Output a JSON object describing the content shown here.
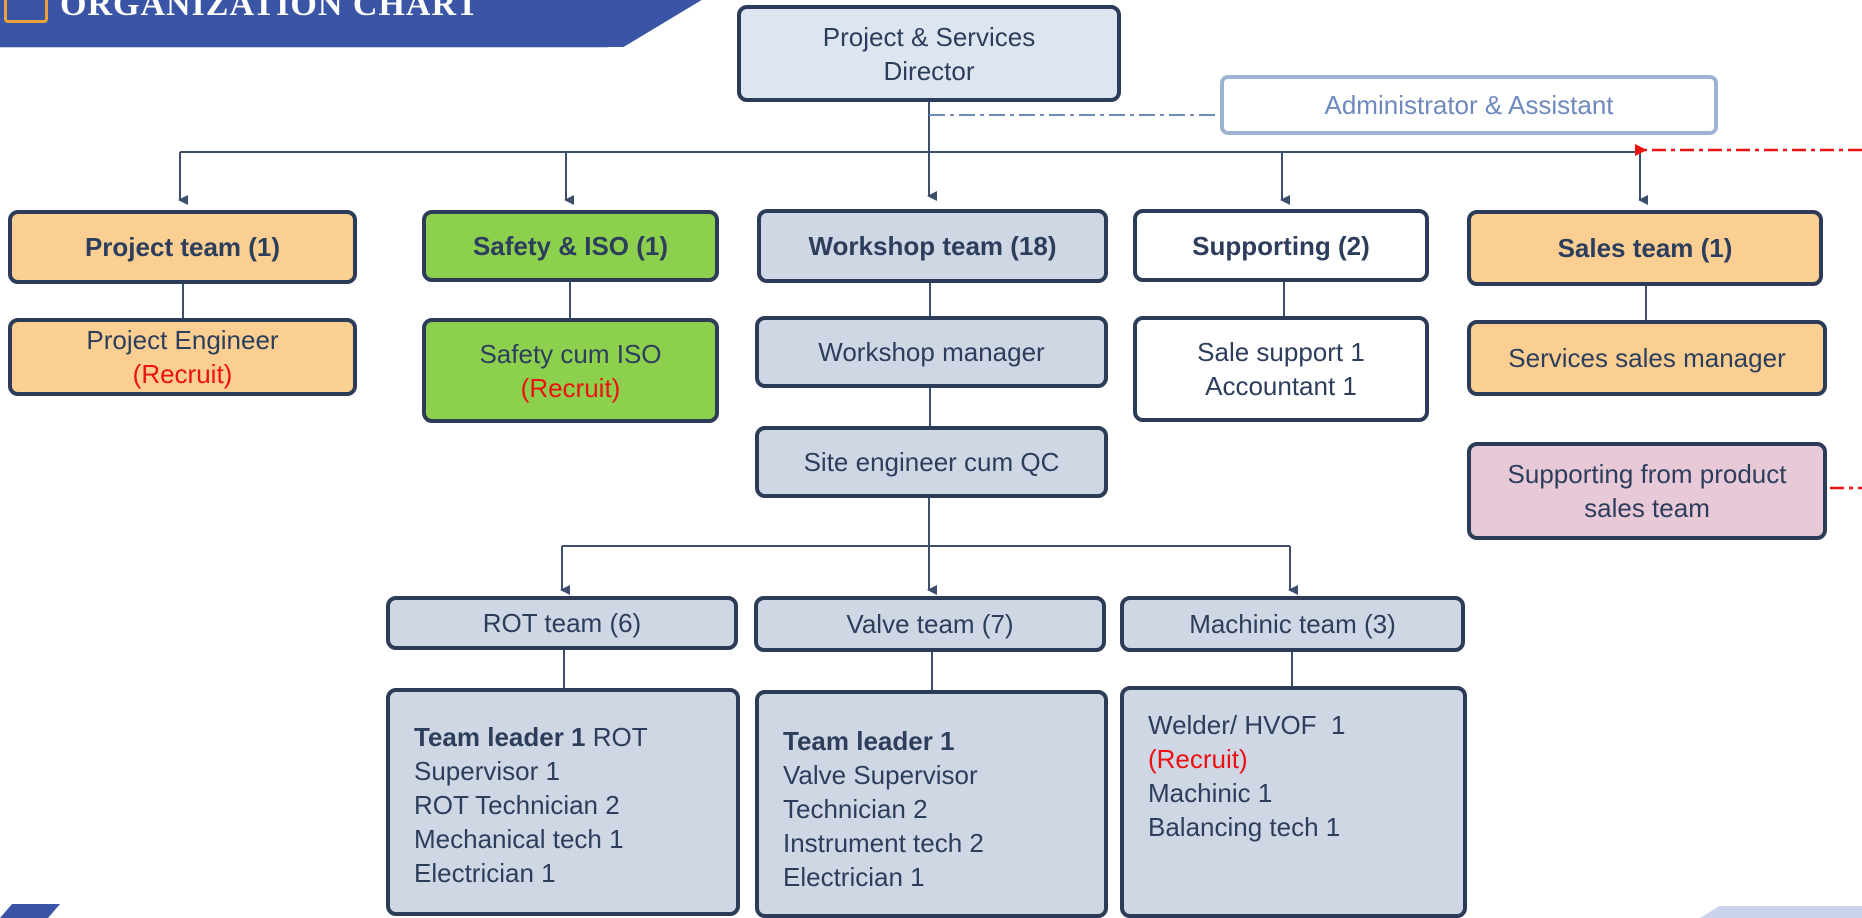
{
  "header": {
    "title": "ORGANIZATION CHART"
  },
  "director": {
    "line1": "Project & Services",
    "line2": "Director"
  },
  "admin": {
    "label": "Administrator & Assistant"
  },
  "teams": {
    "project": "Project team (1)",
    "safety": "Safety & ISO (1)",
    "workshop": "Workshop team (18)",
    "supporting": "Supporting (2)",
    "sales": "Sales team (1)"
  },
  "project_detail": {
    "line1": "Project Engineer",
    "recruit": "(Recruit)"
  },
  "safety_detail": {
    "line1": "Safety cum ISO",
    "recruit": "(Recruit)"
  },
  "workshop_manager": "Workshop manager",
  "site_engineer": "Site engineer cum QC",
  "supporting_detail": {
    "line1": "Sale support 1",
    "line2": "Accountant 1"
  },
  "sales_detail": "Services sales manager",
  "product_support": {
    "line1": "Supporting from product",
    "line2": "sales team"
  },
  "subteams": {
    "rot": "ROT team (6)",
    "valve": "Valve team (7)",
    "machinic": "Machinic team (3)"
  },
  "rot_detail": {
    "leader_bold": "Team leader 1",
    "leader_rest": " ROT",
    "lines": [
      "Supervisor 1",
      "ROT Technician 2",
      "Mechanical tech 1",
      "Electrician 1"
    ]
  },
  "valve_detail": {
    "leader_bold": "Team leader 1",
    "lines": [
      "Valve Supervisor",
      "Technician 2",
      "Instrument tech 2",
      "Electrician 1"
    ]
  },
  "machinic_detail": {
    "line1": "Welder/ HVOF  1",
    "recruit": "(Recruit)",
    "lines": [
      "Machinic 1",
      "Balancing tech 1"
    ]
  },
  "colors": {
    "line": "#3e4f6e",
    "orange": "#fbcf92",
    "green": "#8dd04e",
    "gray": "#cfd6e4",
    "pink": "#e7c9d8",
    "recruit": "#ee1111",
    "banner": "#3a55a6"
  }
}
